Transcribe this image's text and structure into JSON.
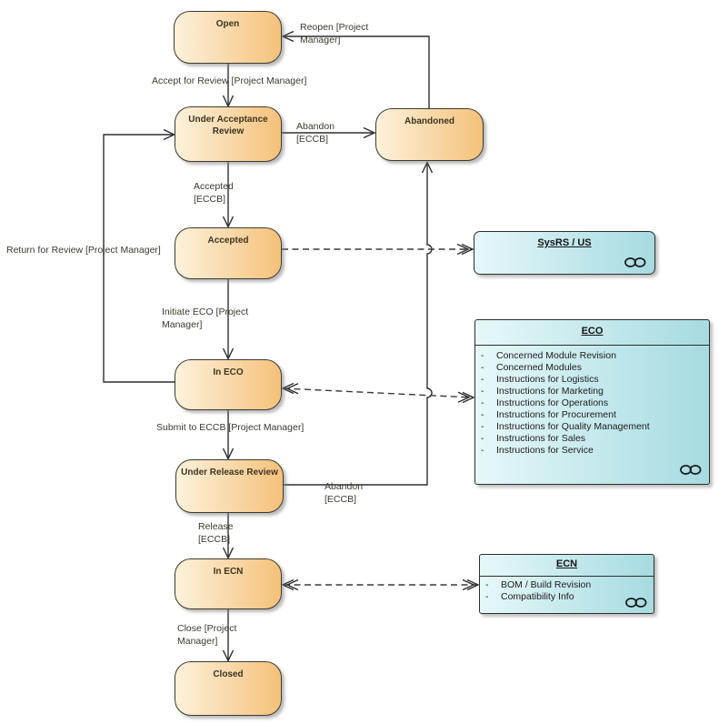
{
  "diagram_type": "uml-state-machine",
  "colors": {
    "background": "#ffffff",
    "state_fill_light": "#FDF2DC",
    "state_fill_dark": "#F5C17A",
    "state_border": "#3b3b30",
    "artifact_fill_light": "#E6F8F9",
    "artifact_fill_dark": "#A6DBE1",
    "artifact_border": "#2e2e27",
    "connector_line": "#2f2f2f"
  },
  "icons": {
    "link_icon": "two-linked-circles-trace-glyph"
  },
  "states": {
    "open": {
      "label": "Open"
    },
    "under_acceptance_review": {
      "label": "Under Acceptance Review"
    },
    "accepted": {
      "label": "Accepted"
    },
    "in_eco": {
      "label": "In ECO"
    },
    "under_release_review": {
      "label": "Under Release Review"
    },
    "in_ecn": {
      "label": "In ECN"
    },
    "closed": {
      "label": "Closed"
    },
    "abandoned": {
      "label": "Abandoned"
    }
  },
  "transitions": {
    "accept_for_review": {
      "label": "Accept for Review [Project Manager]",
      "from": "Open",
      "to": "Under Acceptance Review"
    },
    "accepted_eccb": {
      "label": "Accepted [ECCB]",
      "from": "Under Acceptance Review",
      "to": "Accepted"
    },
    "initiate_eco": {
      "label": "Initiate ECO [Project Manager]",
      "from": "Accepted",
      "to": "In ECO"
    },
    "submit_to_eccb": {
      "label": "Submit to ECCB [Project Manager]",
      "from": "In ECO",
      "to": "Under Release Review"
    },
    "release": {
      "label": "Release [ECCB]",
      "from": "Under Release Review",
      "to": "In ECN"
    },
    "close": {
      "label": "Close [Project Manager]",
      "from": "In ECN",
      "to": "Closed"
    },
    "abandon_review": {
      "label": "Abandon [ECCB]",
      "from": "Under Acceptance Review",
      "to": "Abandoned"
    },
    "abandon_release": {
      "label": "Abandon [ECCB]",
      "from": "Under Release Review",
      "to": "Abandoned"
    },
    "reopen": {
      "label": "Reopen [Project Manager]",
      "from": "Abandoned",
      "to": "Open"
    },
    "return_for_review": {
      "label": "Return for Review [Project Manager]",
      "from": "In ECO",
      "to": "Under Acceptance Review"
    }
  },
  "artifacts": {
    "bullet": "-",
    "sysrs": {
      "title": "SysRS / US",
      "items": []
    },
    "eco": {
      "title": "ECO",
      "items": [
        "Concerned Module Revision",
        "Concerned Modules",
        "Instructions for Logistics",
        "Instructions for Marketing",
        "Instructions for Operations",
        "Instructions for Procurement",
        "Instructions for Quality Management",
        "Instructions for Sales",
        "Instructions for Service"
      ]
    },
    "ecn": {
      "title": "ECN",
      "items": [
        "BOM / Build Revision",
        "Compatibility Info"
      ]
    }
  }
}
